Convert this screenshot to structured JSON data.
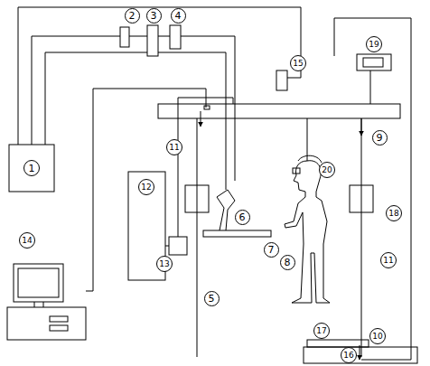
{
  "diagram": {
    "labels": [
      "1",
      "2",
      "3",
      "4",
      "5",
      "6",
      "7",
      "8",
      "9",
      "10",
      "11",
      "11",
      "12",
      "13",
      "14",
      "15",
      "16",
      "17",
      "18",
      "19",
      "20"
    ]
  }
}
